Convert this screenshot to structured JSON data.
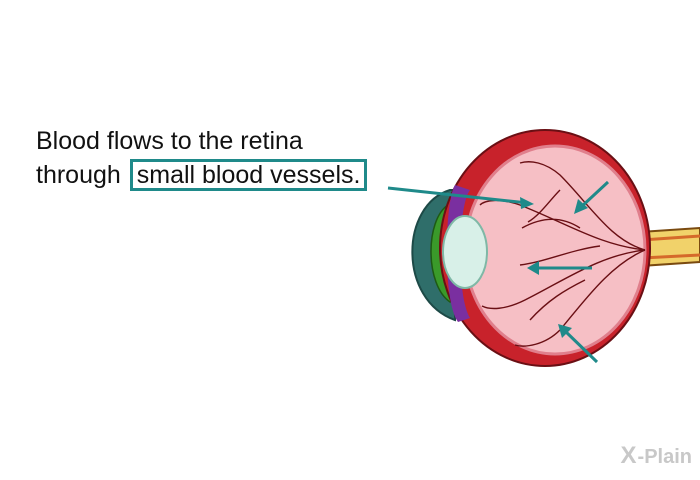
{
  "caption": {
    "line1": "Blood flows to the retina",
    "line2_prefix": "through",
    "highlight": "small blood vessels."
  },
  "logo": {
    "x": "X",
    "text": "-Plain"
  },
  "colors": {
    "accent": "#1f8a8a",
    "sclera": "#c8222b",
    "retina": "#f6bfc5",
    "iris": "#3a9a2a",
    "lens": "#d8f0e8",
    "cornea": "#2f6e6a"
  }
}
